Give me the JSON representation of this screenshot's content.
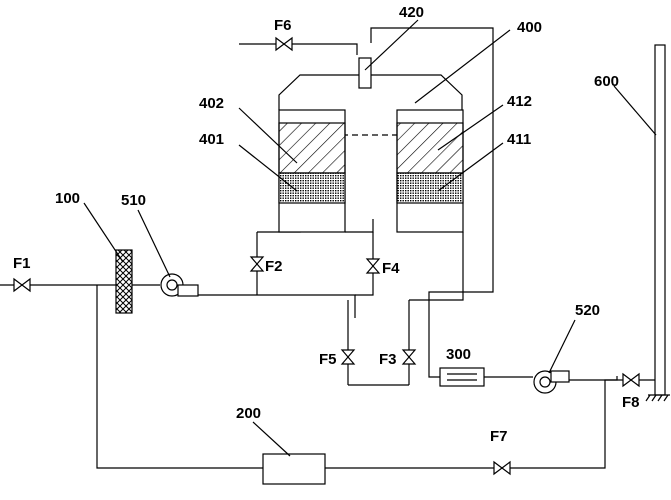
{
  "labels": {
    "f1": "F1",
    "f2": "F2",
    "f3": "F3",
    "f4": "F4",
    "f5": "F5",
    "f6": "F6",
    "f7": "F7",
    "f8": "F8",
    "n100": "100",
    "n200": "200",
    "n300": "300",
    "n400": "400",
    "n401": "401",
    "n402": "402",
    "n411": "411",
    "n412": "412",
    "n420": "420",
    "n510": "510",
    "n520": "520",
    "n600": "600"
  }
}
